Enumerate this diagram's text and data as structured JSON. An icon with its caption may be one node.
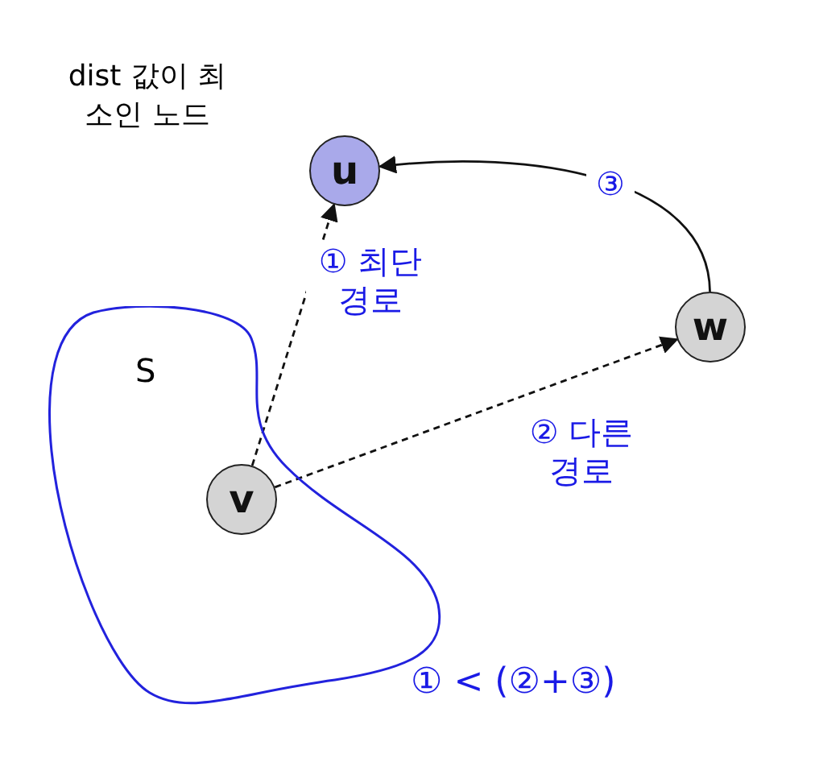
{
  "diagram": {
    "nodes": [
      {
        "text": [
          "S"
        ]
      },
      {
        "text": [
          "u"
        ],
        "beside": [
          "dist 값이 최소인 노드"
        ]
      },
      {
        "text": [
          "w"
        ]
      },
      {
        "text": [
          "v"
        ],
        "in": 0
      }
    ],
    "edges": [
      {
        "from": 3,
        "to": 1,
        "arrow": "to",
        "style": "dashed",
        "label": "① 최단 경로"
      },
      {
        "from": 3,
        "to": 2,
        "arrow": "to",
        "style": "dashed",
        "label": "② 다른 경로"
      },
      {
        "from": 2,
        "to": 1,
        "arrow": "to",
        "label": "③"
      }
    ],
    "labels": [
      "① < (②+③)"
    ]
  }
}
